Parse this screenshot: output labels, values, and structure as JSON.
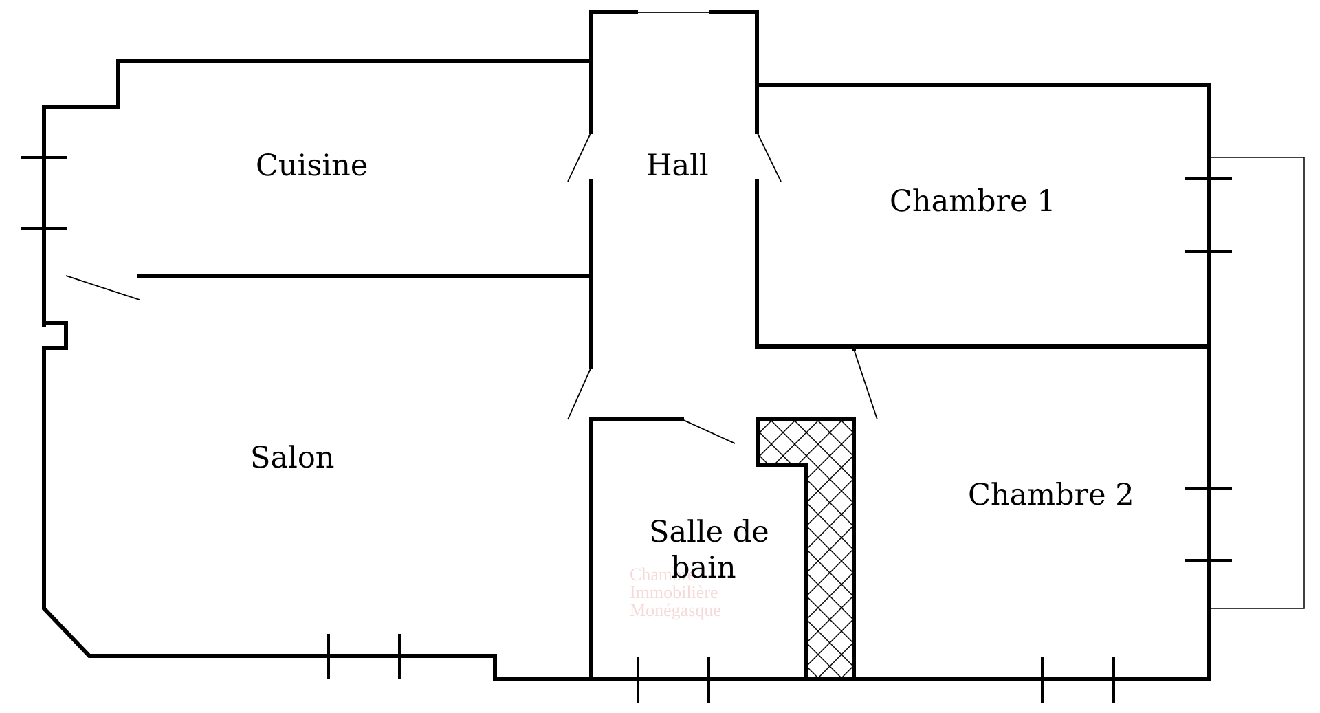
{
  "rooms": {
    "cuisine": "Cuisine",
    "hall": "Hall",
    "chambre1": "Chambre 1",
    "salon": "Salon",
    "salle_de_bain_line1": "Salle de",
    "salle_de_bain_line2": "bain",
    "chambre2": "Chambre 2"
  },
  "watermark": {
    "line1": "Chambre",
    "line2": "Immobilière",
    "line3": "Monégasque"
  },
  "colors": {
    "walls": "#000000",
    "background": "#ffffff",
    "watermark": "#f4d6d6"
  }
}
